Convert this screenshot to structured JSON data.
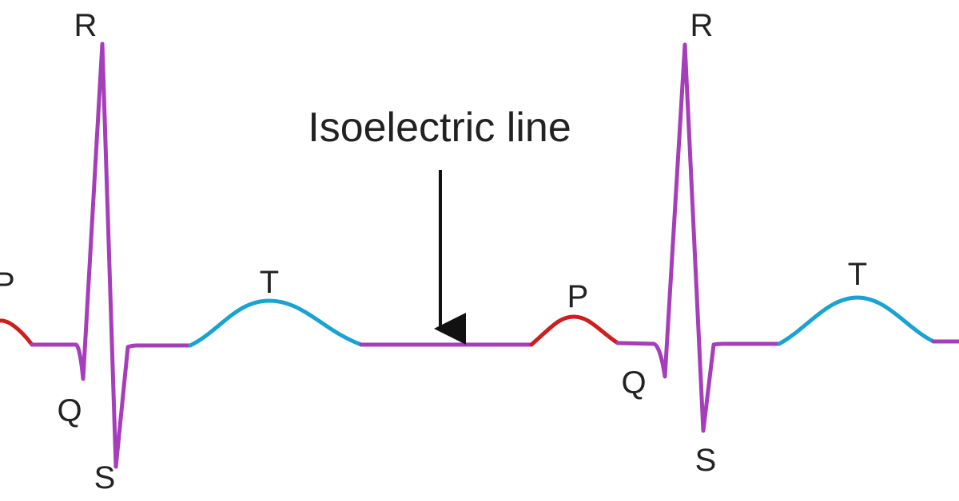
{
  "title": "Isoelectric line",
  "colors": {
    "p_wave": "#cc1f1f",
    "qrs_complex": "#a63dbb",
    "t_wave": "#1aa3d1",
    "baseline": "#a63dbb",
    "arrow": "#111111"
  },
  "labels": {
    "p": "P",
    "q": "Q",
    "r": "R",
    "s": "S",
    "t": "T"
  }
}
